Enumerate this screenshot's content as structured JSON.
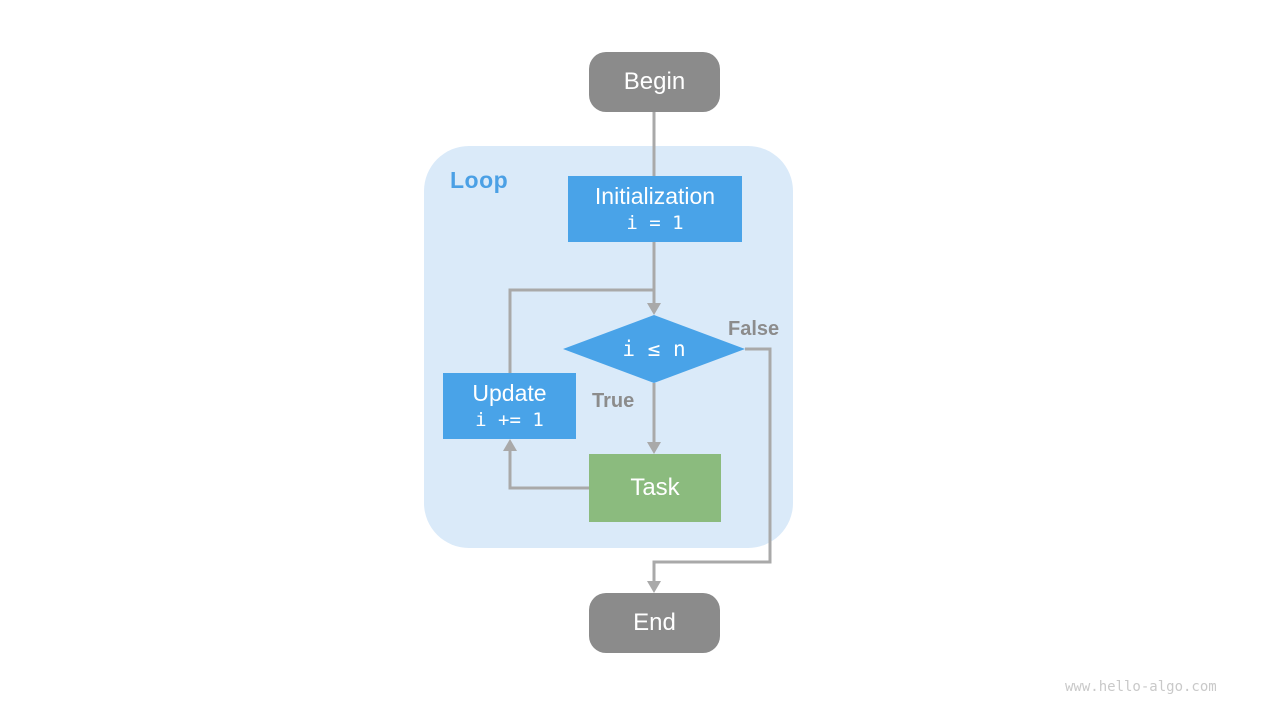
{
  "diagram": {
    "loop_label": "Loop",
    "nodes": {
      "begin": {
        "label": "Begin"
      },
      "initialization": {
        "title": "Initialization",
        "code": "i = 1"
      },
      "condition": {
        "code": "i ≤ n"
      },
      "update": {
        "title": "Update",
        "code": "i += 1"
      },
      "task": {
        "label": "Task"
      },
      "end": {
        "label": "End"
      }
    },
    "edge_labels": {
      "true_branch": "True",
      "false_branch": "False"
    },
    "edges": [
      {
        "from": "begin",
        "to": "initialization"
      },
      {
        "from": "initialization",
        "to": "condition"
      },
      {
        "from": "condition",
        "to": "task",
        "label": "True"
      },
      {
        "from": "task",
        "to": "update"
      },
      {
        "from": "update",
        "to": "condition"
      },
      {
        "from": "condition",
        "to": "end",
        "label": "False"
      }
    ],
    "colors": {
      "node-blue": "#49A3E8",
      "node-gray": "#8B8B8B",
      "node-green": "#8BBB7E",
      "loop-bg": "#DAEAF9",
      "loop-label": "#4BA0E5",
      "edge-line": "#A9A9A9",
      "edge-label": "#8C8C8C",
      "watermark": "#C9C9C9",
      "text-white": "#FFFFFF"
    }
  },
  "footer": {
    "watermark": "www.hello-algo.com"
  }
}
